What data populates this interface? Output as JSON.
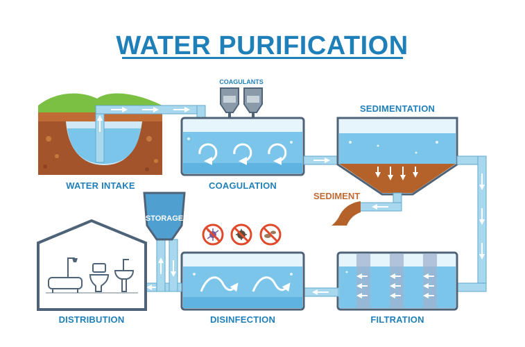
{
  "title": "WATER PURIFICATION",
  "stages": {
    "water_intake": "WATER INTAKE",
    "coagulation": "COAGULATION",
    "sedimentation": "SEDIMENTATION",
    "filtration": "FILTRATION",
    "disinfection": "DISINFECTION",
    "distribution": "DISTRIBUTION"
  },
  "callouts": {
    "coagulants": "COAGULANTS",
    "sediment": "SEDIMENT",
    "storage": "STORAGE"
  },
  "colors": {
    "accent": "#1f7fb8",
    "pipe": "#a8d8ee",
    "water": "#7cc5ea",
    "tank_outline": "#4e6378",
    "sediment": "#b5622a",
    "soil": "#a4542a",
    "grass": "#7cc043",
    "no_germs": "#e04a2a"
  },
  "icons": [
    "germ-crossed-icon",
    "bacteria-crossed-icon",
    "microbe-crossed-icon",
    "bathtub-icon",
    "shower-icon",
    "toilet-icon",
    "sink-icon"
  ]
}
